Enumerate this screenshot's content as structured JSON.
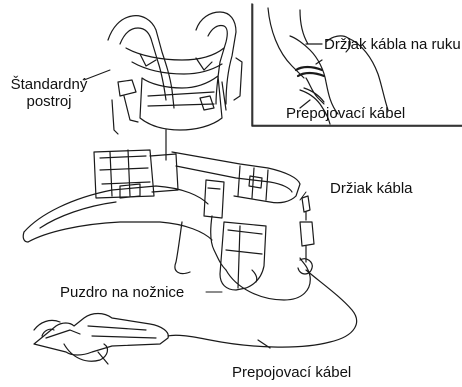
{
  "labels": {
    "standard_harness_line1": "Štandardný",
    "standard_harness_line2": "postroj",
    "arm_cable_holder": "Držiak kábla na ruku",
    "connecting_cable_inset": "Prepojovací kábel",
    "cable_holder": "Držiak kábla",
    "scissors_holster": "Puzdro na nožnice",
    "connecting_cable_bottom": "Prepojovací kábel"
  },
  "colors": {
    "line": "#1a1a1a",
    "background": "#ffffff"
  }
}
